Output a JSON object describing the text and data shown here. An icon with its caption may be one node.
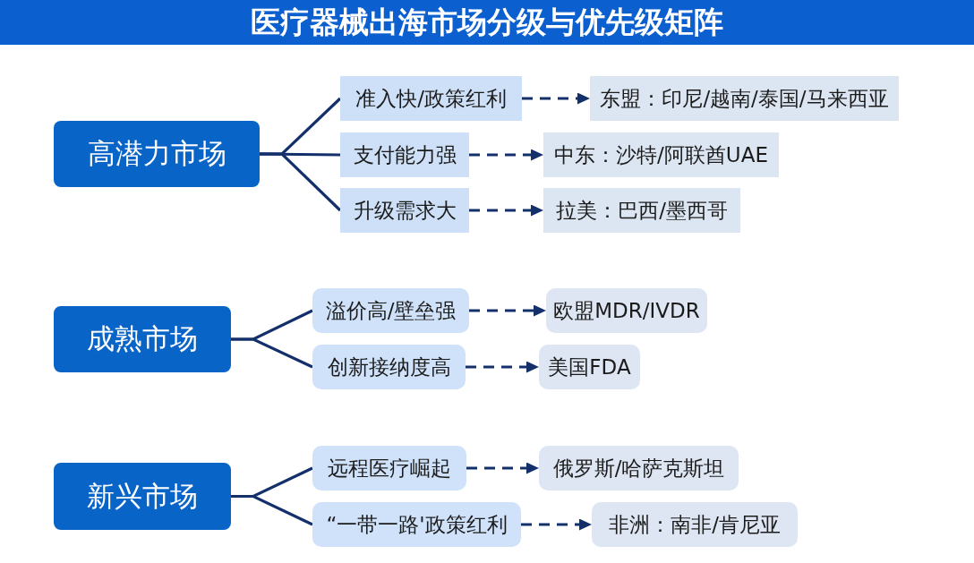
{
  "diagram": {
    "title": "医疗器械出海市场分级与优先级矩阵",
    "nodes": [
      {
        "text": [
          "高潜力市场"
        ]
      },
      {
        "text": [
          "准入快/政策红利"
        ]
      },
      {
        "text": [
          "东盟：印尼/越南/泰国/马来西亚"
        ]
      },
      {
        "text": [
          "支付能力强"
        ]
      },
      {
        "text": [
          "中东：沙特/阿联酋UAE"
        ]
      },
      {
        "text": [
          "升级需求大"
        ]
      },
      {
        "text": [
          "拉美：巴西/墨西哥"
        ]
      },
      {
        "text": [
          "成熟市场"
        ]
      },
      {
        "text": [
          "溢价高/壁垒强"
        ]
      },
      {
        "text": [
          "欧盟MDR/IVDR"
        ]
      },
      {
        "text": [
          "创新接纳度高"
        ]
      },
      {
        "text": [
          "美国FDA"
        ]
      },
      {
        "text": [
          "新兴市场"
        ]
      },
      {
        "text": [
          "远程医疗崛起"
        ]
      },
      {
        "text": [
          "俄罗斯/哈萨克斯坦"
        ]
      },
      {
        "text": [
          "“一带一路'政策红利"
        ]
      },
      {
        "text": [
          "非洲：南非/肯尼亚"
        ]
      }
    ],
    "edges": [
      {
        "from": 0,
        "to": 1,
        "arrow": "none"
      },
      {
        "from": 0,
        "to": 3,
        "arrow": "none"
      },
      {
        "from": 0,
        "to": 5,
        "arrow": "none"
      },
      {
        "from": 1,
        "to": 2,
        "arrow": "to",
        "style": "dashed"
      },
      {
        "from": 3,
        "to": 4,
        "arrow": "to",
        "style": "dashed"
      },
      {
        "from": 5,
        "to": 6,
        "arrow": "to",
        "style": "dashed"
      },
      {
        "from": 7,
        "to": 8,
        "arrow": "none"
      },
      {
        "from": 7,
        "to": 10,
        "arrow": "none"
      },
      {
        "from": 8,
        "to": 9,
        "arrow": "to",
        "style": "dashed"
      },
      {
        "from": 10,
        "to": 11,
        "arrow": "to",
        "style": "dashed"
      },
      {
        "from": 12,
        "to": 13,
        "arrow": "none"
      },
      {
        "from": 12,
        "to": 15,
        "arrow": "none"
      },
      {
        "from": 13,
        "to": 14,
        "arrow": "to",
        "style": "dashed"
      },
      {
        "from": 15,
        "to": 16,
        "arrow": "to",
        "style": "dashed"
      }
    ]
  }
}
